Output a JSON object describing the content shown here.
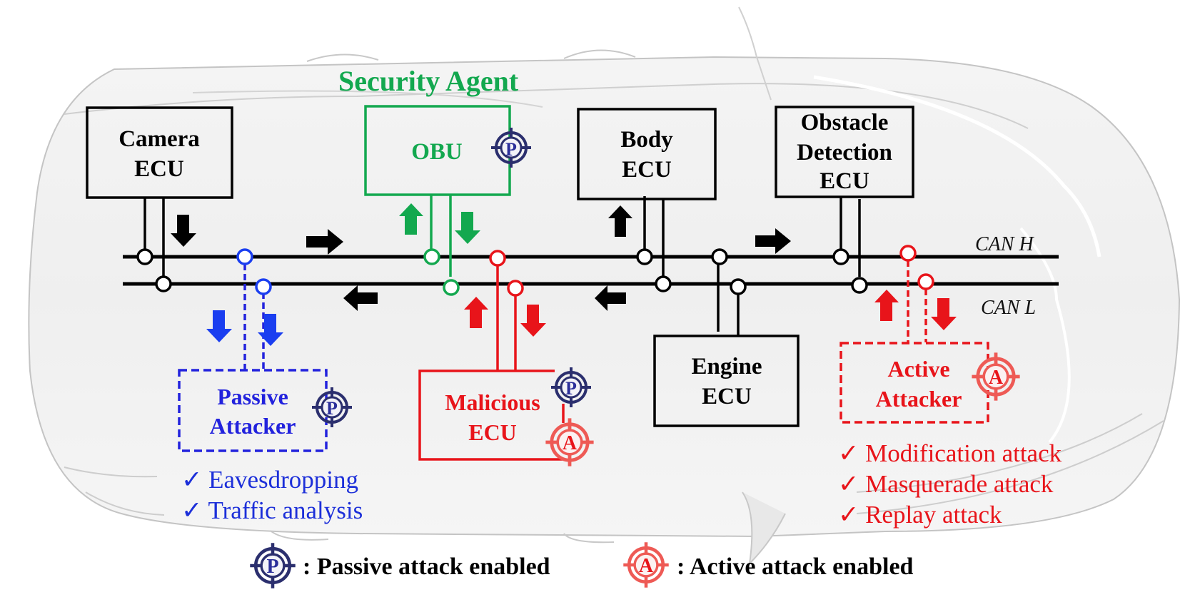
{
  "title": "Security Agent",
  "colors": {
    "ecu": "#000000",
    "security_agent": "#13a84f",
    "passive": "#2222dd",
    "malicious": "#e8141a",
    "passive_icon": "#2b2f6e",
    "active_icon": "#ee5a55"
  },
  "bus": {
    "can_h_label": "CAN H",
    "can_l_label": "CAN L"
  },
  "ecus": {
    "camera": {
      "line1": "Camera",
      "line2": "ECU"
    },
    "obu": {
      "label": "OBU"
    },
    "body": {
      "line1": "Body",
      "line2": "ECU"
    },
    "obstacle": {
      "line1": "Obstacle",
      "line2": "Detection",
      "line3": "ECU"
    },
    "engine": {
      "line1": "Engine",
      "line2": "ECU"
    }
  },
  "attackers": {
    "passive": {
      "line1": "Passive",
      "line2": "Attacker",
      "capabilities": [
        "✓ Eavesdropping",
        "✓ Traffic analysis"
      ]
    },
    "malicious": {
      "line1": "Malicious",
      "line2": "ECU"
    },
    "active": {
      "line1": "Active",
      "line2": "Attacker",
      "capabilities": [
        "✓ Modification attack",
        "✓ Masquerade attack",
        "✓ Replay attack"
      ]
    }
  },
  "icons": {
    "passive_letter": "P",
    "active_letter": "A"
  },
  "legend": {
    "passive": ": Passive attack enabled",
    "active": ": Active attack enabled"
  }
}
